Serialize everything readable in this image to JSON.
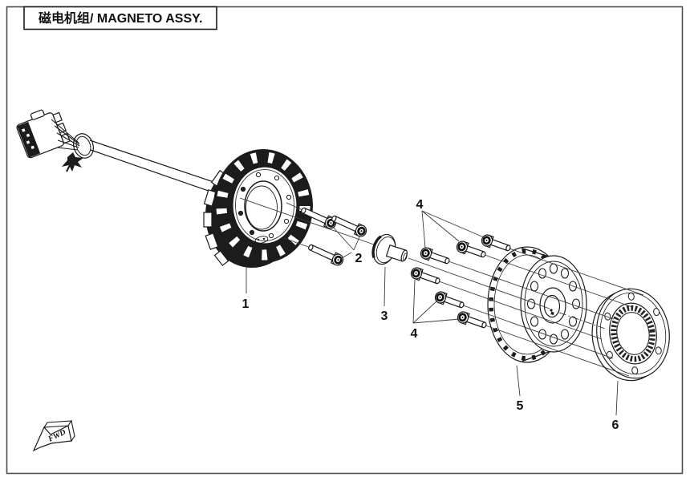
{
  "title": "磁电机组/ MAGNETO ASSY.",
  "fwd_label": "FWD",
  "callouts": [
    {
      "label": "1"
    },
    {
      "label": "2"
    },
    {
      "label": "3"
    },
    {
      "label": "4"
    },
    {
      "label": "4"
    },
    {
      "label": "5"
    },
    {
      "label": "6"
    }
  ],
  "colors": {
    "line": "#1a1a1a",
    "frame": "#4d4d4d",
    "background": "#ffffff"
  }
}
